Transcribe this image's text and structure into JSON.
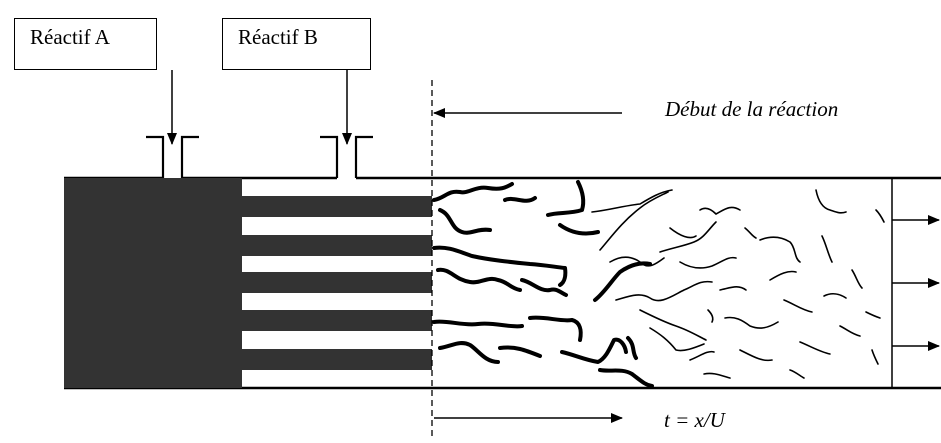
{
  "labels": {
    "reactant_a": "Réactif A",
    "reactant_b": "Réactif B",
    "reaction_start": "Début de la réaction",
    "time_relation": "t = x/U"
  },
  "diagram": {
    "injector_stripes": 5,
    "outlet_arrows": 3
  }
}
